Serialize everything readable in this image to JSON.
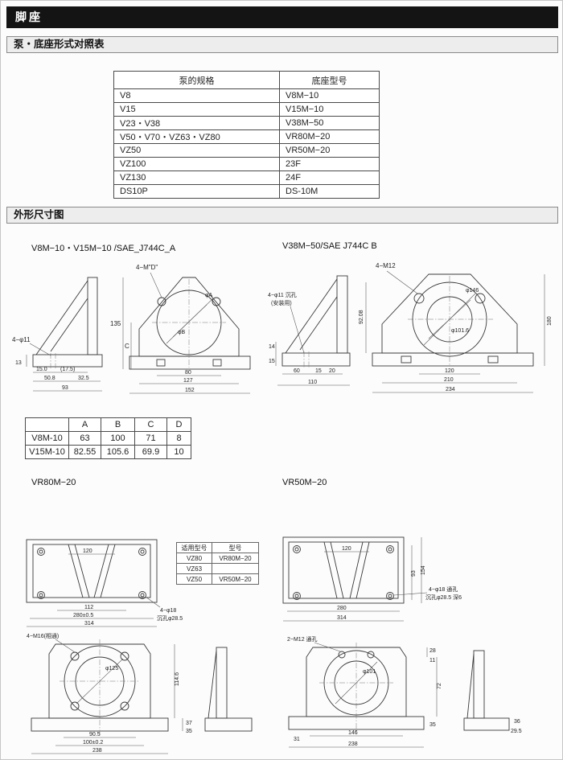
{
  "page": {
    "title": "脚座",
    "header_bg": "#141414"
  },
  "sections": {
    "s1": "泵・底座形式对照表",
    "s2": "外形尺寸图"
  },
  "pump_table": {
    "headers": [
      "泵的规格",
      "底座型号"
    ],
    "rows": [
      {
        "pump": "V8",
        "base": "V8M−10"
      },
      {
        "pump": "V15",
        "base": "V15M−10"
      },
      {
        "pump": "V23・V38",
        "base": "V38M−50"
      },
      {
        "pump": "V50・V70・VZ63・VZ80",
        "base": "VR80M−20"
      },
      {
        "pump": "VZ50",
        "base": "VR50M−20"
      },
      {
        "pump": "VZ100",
        "base": "23F"
      },
      {
        "pump": "VZ130",
        "base": "24F"
      },
      {
        "pump": "DS10P",
        "base": "DS-10M"
      }
    ]
  },
  "dim_table": {
    "headers": [
      "",
      "A",
      "B",
      "C",
      "D"
    ],
    "rows": [
      {
        "model": "V8M-10",
        "a": "63",
        "b": "100",
        "c": "71",
        "d": "8"
      },
      {
        "model": "V15M-10",
        "a": "82.55",
        "b": "105.6",
        "c": "69.9",
        "d": "10"
      }
    ]
  },
  "model_table": {
    "headers": [
      "适用型号",
      "型号"
    ],
    "rows": [
      {
        "applicable": "VZ80",
        "model": "VR80M−20"
      },
      {
        "applicable": "VZ63",
        "model": ""
      },
      {
        "applicable": "VZ50",
        "model": "VR50M−20"
      }
    ]
  },
  "d1": {
    "title": "V8M−10・V15M−10 /SAE_J744C_A",
    "hole": "4−φ11",
    "thread": "4−M\"D\"",
    "diaA": "φA",
    "diaB": "φB",
    "v135": "135",
    "vC": "C",
    "h80": "80",
    "h127": "127",
    "h152": "152",
    "v13": "13",
    "h150": "15.0",
    "h175": "(17.5)",
    "h508": "50.8",
    "h325": "32.5",
    "h93": "93"
  },
  "d2": {
    "title": "V38M−50/SAE J744C B",
    "hole1": "4−φ11 沉孔",
    "hole2": "(安装用)",
    "thread": "4−M12",
    "dia146": "φ146",
    "dia1016": "φ101.6",
    "v180": "180",
    "v9208": "92.08",
    "v14": "14",
    "v15": "15",
    "h120": "120",
    "h210": "210",
    "h234": "234",
    "h60": "60",
    "h15": "15",
    "h20": "20",
    "h110": "110"
  },
  "d3": {
    "title": "VR80M−20",
    "t120": "120",
    "t112": "112",
    "t280": "280±0.5",
    "t314": "314",
    "note1": "4−φ18",
    "note2": "沉孔φ28.5",
    "callout": "4−M16(相通)",
    "dia": "φ125",
    "b905": "90.5",
    "b100": "100±0.2",
    "b238": "238",
    "r1146": "114.6",
    "r37": "37",
    "r35": "35"
  },
  "d4": {
    "title": "VR50M−20",
    "t120": "120",
    "t280": "280",
    "t314": "314",
    "t93": "93",
    "t154": "154",
    "note1": "4−φ18 通孔",
    "note2": "沉孔φ28.5 深6",
    "callout": "2−M12 通孔",
    "dia": "φ101",
    "r28": "28",
    "r11": "11",
    "r72": "72",
    "r35": "35",
    "b146": "146",
    "b31": "31",
    "b238": "238",
    "s36": "36",
    "s295": "29.5"
  }
}
